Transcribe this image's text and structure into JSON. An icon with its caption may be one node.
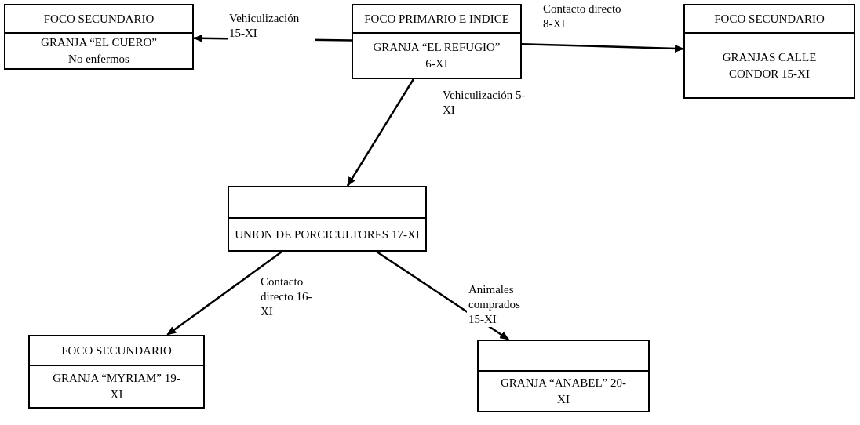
{
  "diagram": {
    "nodes": [
      {
        "text": [
          "FOCO SECUNDARIO",
          "GRANJA “EL CUERO” No enfermos"
        ]
      },
      {
        "text": [
          "FOCO PRIMARIO E INDICE",
          "GRANJA “EL REFUGIO” 6-XI"
        ]
      },
      {
        "text": [
          "FOCO SECUNDARIO",
          "GRANJAS CALLE CONDOR 15-XI"
        ]
      },
      {
        "text": [
          "UNION DE PORCICULTORES 17-XI"
        ]
      },
      {
        "text": [
          "FOCO SECUNDARIO",
          "GRANJA “MYRIAM” 19-XI"
        ]
      },
      {
        "text": [
          "GRANJA “ANABEL” 20-XI"
        ]
      }
    ],
    "edges": [
      {
        "from": 1,
        "to": 0,
        "arrow": "to",
        "label": "Vehiculización 15-XI"
      },
      {
        "from": 1,
        "to": 2,
        "arrow": "to",
        "label": "Contacto directo 8-XI"
      },
      {
        "from": 1,
        "to": 3,
        "arrow": "to",
        "label": "Vehiculización 5-XI"
      },
      {
        "from": 3,
        "to": 4,
        "arrow": "to",
        "label": "Contacto directo 16-XI"
      },
      {
        "from": 3,
        "to": 5,
        "arrow": "to",
        "label": "Animales comprados 15-XI"
      }
    ]
  }
}
